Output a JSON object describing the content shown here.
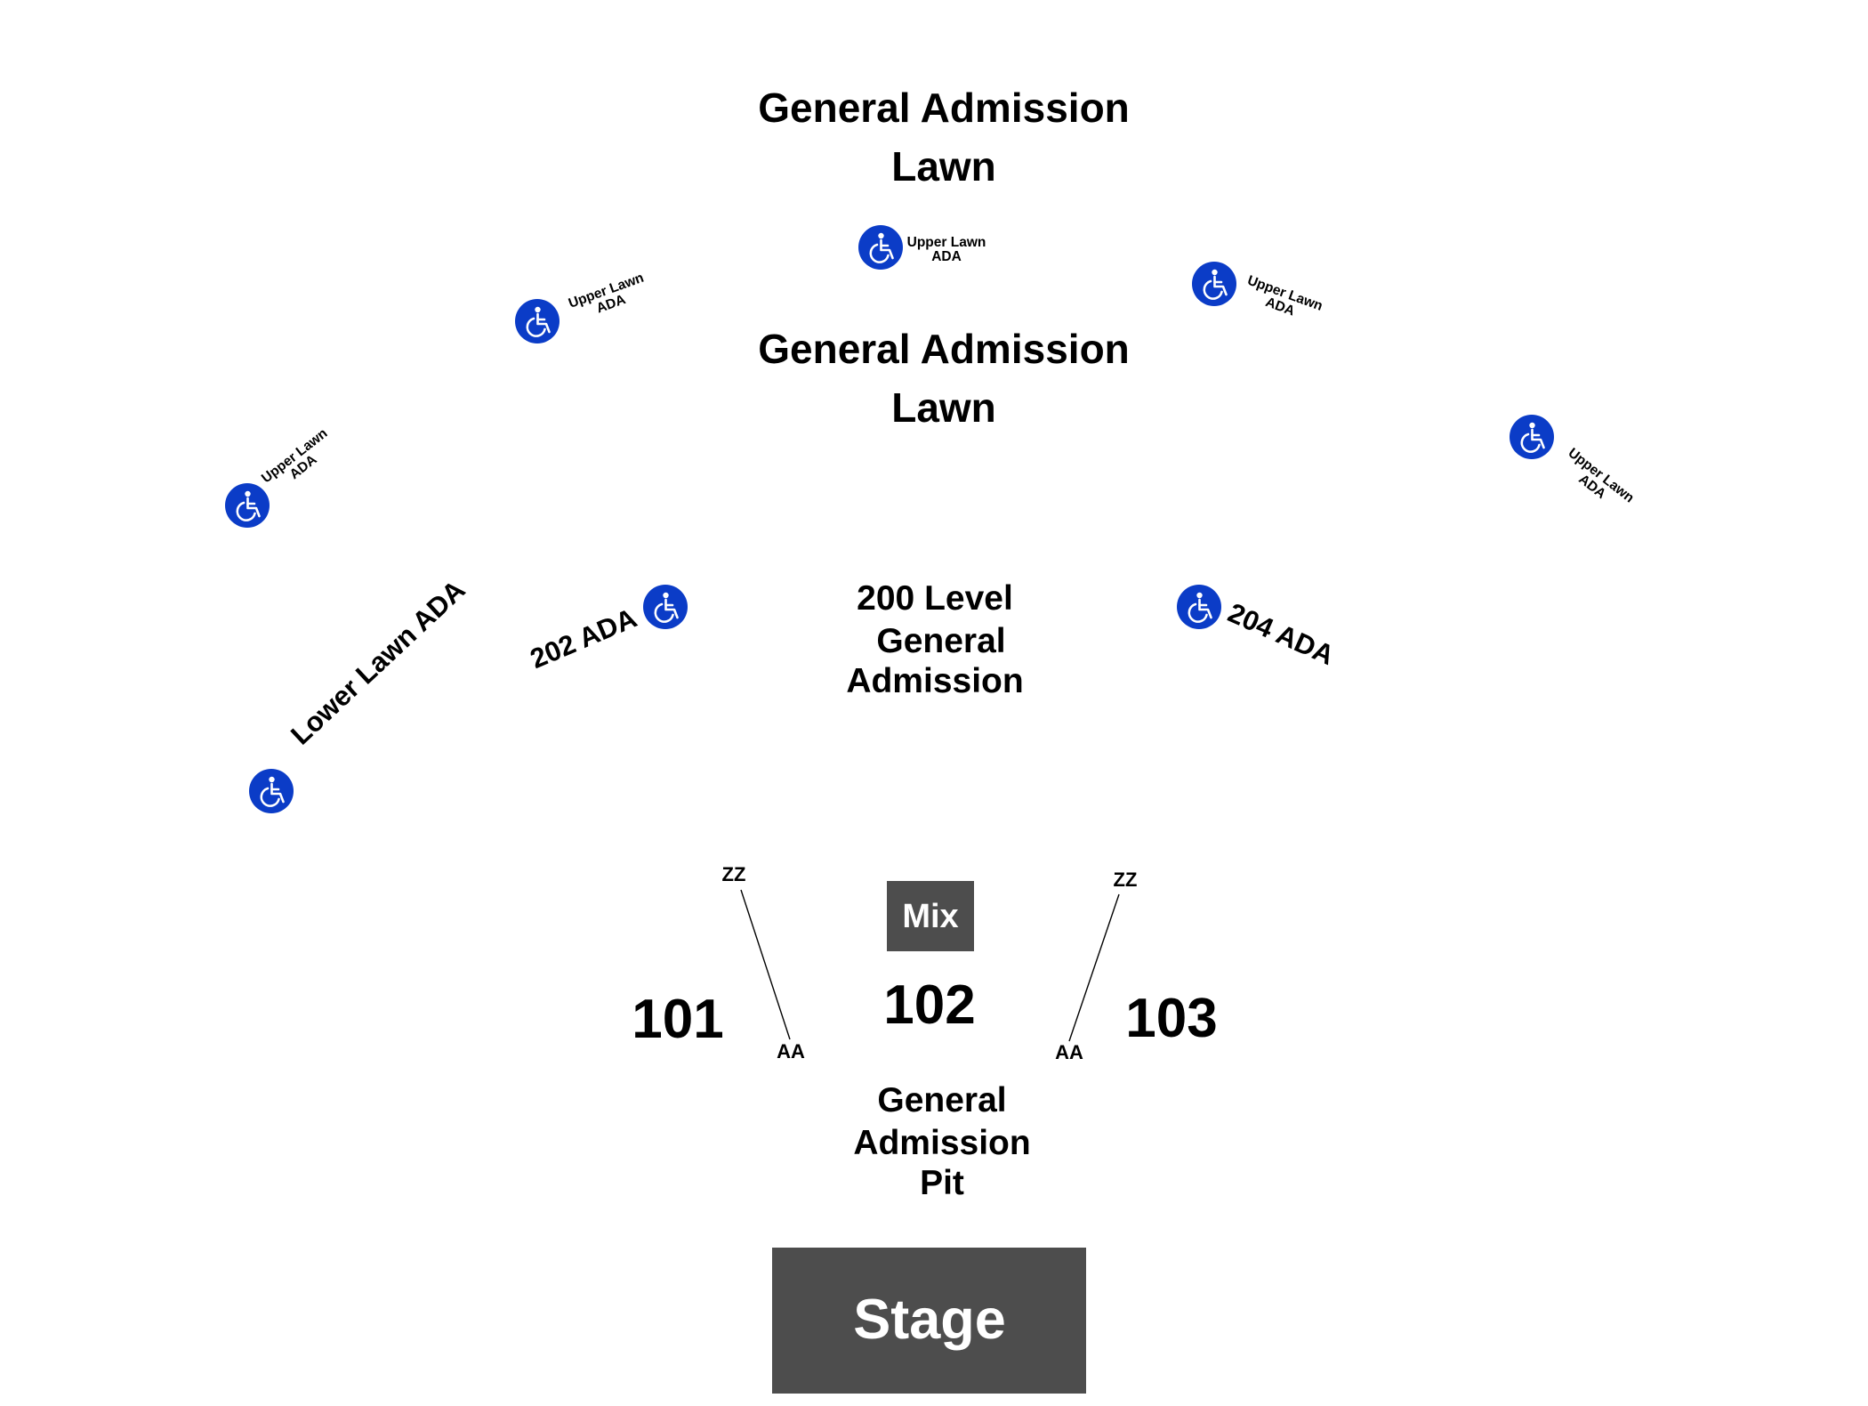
{
  "colors": {
    "background": "#ffffff",
    "text": "#000000",
    "block_fill": "#4d4d4d",
    "block_text": "#ffffff",
    "ada_icon": "#0b3cc7"
  },
  "icons": {
    "ada": "wheelchair-accessible-icon"
  },
  "ga_lawn_upper": {
    "line1": "General Admission",
    "line2": "Lawn"
  },
  "ga_lawn_lower": {
    "line1": "General Admission",
    "line2": "Lawn"
  },
  "level_200": {
    "line1": "200 Level",
    "line2": "General",
    "line3": "Admission"
  },
  "ga_pit": {
    "line1": "General",
    "line2": "Admission",
    "line3": "Pit"
  },
  "sections": {
    "s101": "101",
    "s102": "102",
    "s103": "103"
  },
  "rows": {
    "left_top": "ZZ",
    "left_bottom": "AA",
    "right_top": "ZZ",
    "right_bottom": "AA"
  },
  "mix": "Mix",
  "stage": "Stage",
  "ada": {
    "upper_top": {
      "line1": "Upper Lawn",
      "line2": "ADA"
    },
    "upper_left_mid": {
      "line1": "Upper Lawn",
      "line2": "ADA"
    },
    "upper_far_left": {
      "line1": "Upper Lawn",
      "line2": "ADA"
    },
    "upper_right_mid": {
      "line1": "Upper Lawn",
      "line2": "ADA"
    },
    "upper_far_right": {
      "line1": "Upper Lawn",
      "line2": "ADA"
    },
    "ada_202": "202 ADA",
    "ada_204": "204 ADA",
    "lower_lawn": "Lower Lawn ADA"
  }
}
